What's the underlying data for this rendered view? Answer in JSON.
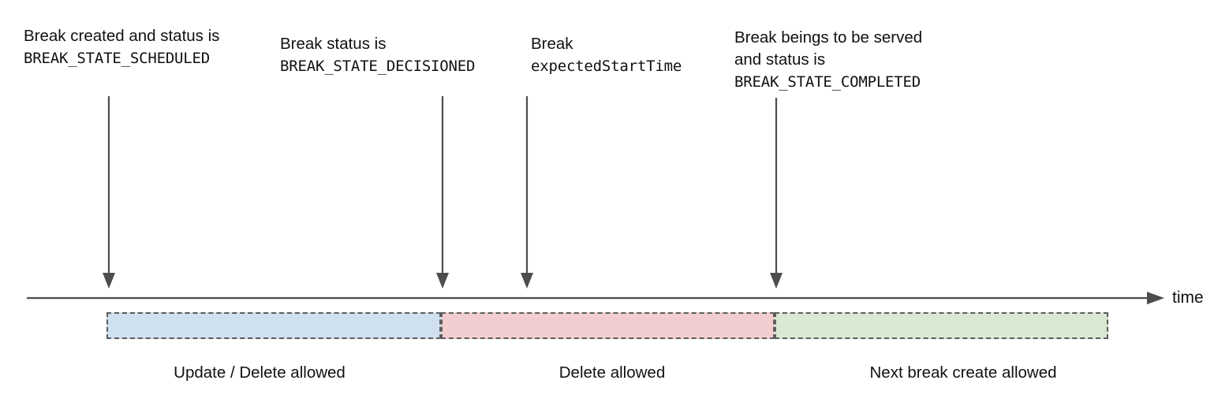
{
  "diagram": {
    "axis": {
      "label": "time",
      "color": "#4d4d4d"
    },
    "annotations": [
      {
        "id": "scheduled",
        "lines": [
          {
            "text": "Break created and status is",
            "style": "plain"
          },
          {
            "text": "BREAK_STATE_SCHEDULED",
            "style": "code"
          }
        ]
      },
      {
        "id": "decisioned",
        "lines": [
          {
            "text": "Break status is",
            "style": "plain"
          },
          {
            "text": "BREAK_STATE_DECISIONED",
            "style": "code"
          }
        ]
      },
      {
        "id": "expected-start",
        "lines": [
          {
            "text": "Break",
            "style": "plain"
          },
          {
            "text": "expectedStartTime",
            "style": "code"
          }
        ]
      },
      {
        "id": "completed",
        "lines": [
          {
            "text": "Break beings to be served",
            "style": "plain"
          },
          {
            "text": "and status is",
            "style": "plain"
          },
          {
            "text": "BREAK_STATE_COMPLETED",
            "style": "code"
          }
        ]
      }
    ],
    "phases": [
      {
        "id": "update-delete",
        "caption": "Update / Delete allowed",
        "color": "#cfe0f0"
      },
      {
        "id": "delete",
        "caption": "Delete allowed",
        "color": "#f2cdd0"
      },
      {
        "id": "next-break",
        "caption": "Next break create allowed",
        "color": "#d9e8d2"
      }
    ]
  }
}
